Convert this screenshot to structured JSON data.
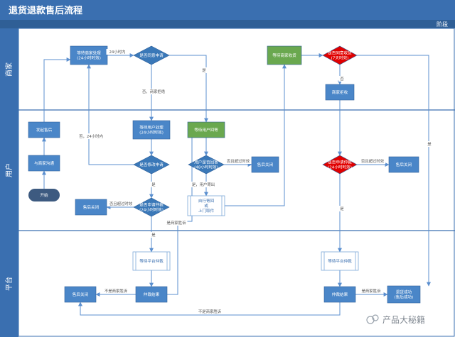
{
  "title": "退货退款售后流程",
  "stage_label": "阶段",
  "lanes": {
    "merchant": "商家",
    "user": "用户",
    "platform": "平台"
  },
  "nodes": {
    "m_wait_merchant": [
      "等待商家处理",
      "(24小时时效)"
    ],
    "m_agree": [
      "是否同意申请"
    ],
    "m_wait_receive": [
      "等待商家收货"
    ],
    "m_confirm_receipt": [
      "是否同意收货",
      "(7天时效)"
    ],
    "m_refund": [
      "商家拒收"
    ],
    "u_initiate": [
      "发起售后"
    ],
    "u_negotiate": [
      "与商家沟通"
    ],
    "u_start": [
      "开始"
    ],
    "u_wait_user": [
      "等待用户处理",
      "(24小时时效)"
    ],
    "u_modify": [
      "是否修改申请"
    ],
    "u_closed_left": [
      "售后关闭"
    ],
    "u_apply_arbitration": [
      "是否申请仲裁",
      "(24小时时效)"
    ],
    "u_wait_return": [
      "等待用户回寄"
    ],
    "u_return_decision": [
      "用户是否回寄",
      "(48小时时效)"
    ],
    "u_closed_mid": [
      "售后关闭"
    ],
    "u_ship": [
      "自行寄回",
      "或",
      "上门取件"
    ],
    "u_merchant_arbitration": [
      "是否申请仲裁",
      "(24小时时效)"
    ],
    "u_closed_right": [
      "售后关闭"
    ],
    "p_wait_arb_left": [
      "等待平台仲裁"
    ],
    "p_result_left": [
      "仲裁结果"
    ],
    "p_closed_left": [
      "售后关闭"
    ],
    "p_wait_arb_right": [
      "等待平台仲裁"
    ],
    "p_result_right": [
      "仲裁结果"
    ],
    "p_success": [
      "退货成功",
      "(售后成功)"
    ]
  },
  "edge_labels": {
    "within_24h": "24小时内",
    "yes_1": "是",
    "no_reject": "否，商家拒绝",
    "no_24h": "否，24小时内",
    "yes_2": "是",
    "no_timeout_1": "否且超过时效",
    "no_timeout_2": "否且超过时效",
    "no_timeout_3": "否且超过时效",
    "yes_user_shipped": "是，用户寄出",
    "merchant_support": "是商家胜诉",
    "no_support_merchant_1": "不是商家胜诉",
    "no_support_merchant_2": "不是商家胜诉",
    "merchant_yes": "是商家胜诉",
    "yes_3": "否",
    "yes_4": "是",
    "yes_5": "是",
    "yes_6": "是"
  },
  "watermark": "产品大秘籍",
  "colors": {
    "title_bar": "#3a6fb0",
    "stage_bar": "#2f5f96",
    "lane_band": "#3a6fb0",
    "task": "#4a86c8",
    "decision": "#3a78b8",
    "success_node": "#6aa84f",
    "reject_decision": "#e00000",
    "start": "#3d5a80",
    "edge": "#5b8fcf",
    "lane_border": "#3a6fb0",
    "text_light": "#ffffff",
    "label_text": "#555555"
  }
}
